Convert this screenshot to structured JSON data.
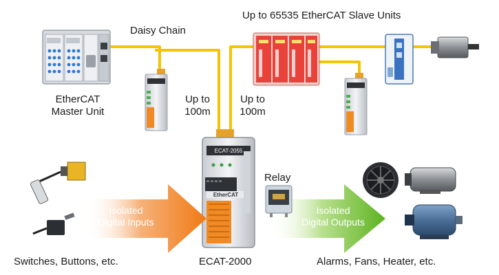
{
  "labels": {
    "daisy_chain": "Daisy Chain",
    "slave_units": "Up to 65535 EtherCAT Slave Units",
    "master_line1": "EtherCAT",
    "master_line2": "Master Unit",
    "dist_left_line1": "Up to",
    "dist_left_line2": "100m",
    "dist_right_line1": "Up to",
    "dist_right_line2": "100m",
    "relay": "Relay",
    "inputs_line1": "Isolated",
    "inputs_line2": "Digital Inputs",
    "outputs_line1": "Isolated",
    "outputs_line2": "Digital Outputs",
    "switches": "Switches, Buttons, etc.",
    "device": "ECAT-2000",
    "alarms": "Alarms, Fans, Heater, etc."
  },
  "device_markings": {
    "model": "ECAT-2055",
    "brand": "EtherCAT"
  },
  "colors": {
    "cable": "#f5c400",
    "input_arrow": "#f08a24",
    "output_arrow": "#6fbf2e",
    "slave_red": "#e8423a",
    "master_body": "#d7dbe0",
    "led_blue": "#2a78d8"
  }
}
